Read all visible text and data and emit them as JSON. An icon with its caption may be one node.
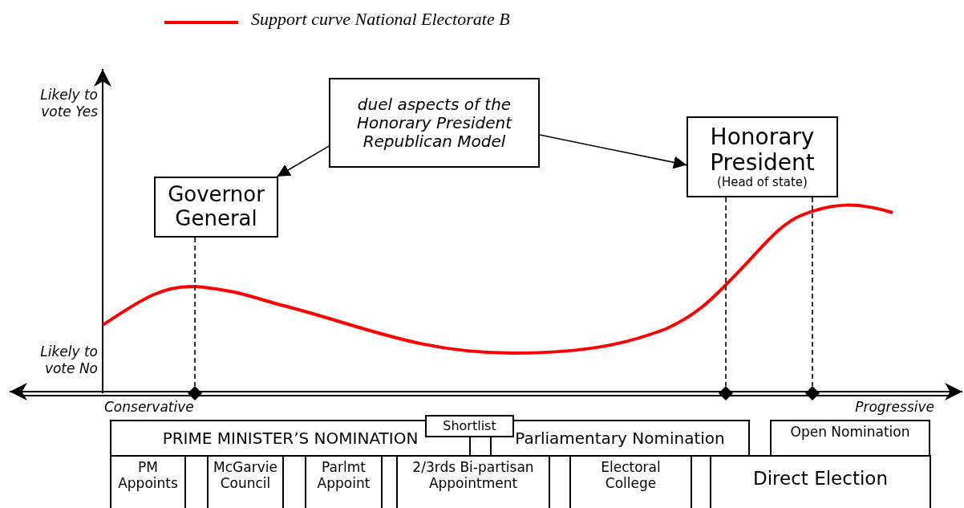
{
  "diagram": {
    "nodes": [
      {
        "text": [
          "duel aspects of the Honorary President Republican Model"
        ]
      },
      {
        "text": [
          "Governor General"
        ]
      },
      {
        "text": [
          "Honorary President",
          "(Head of state)"
        ]
      },
      {
        "text": [],
        "shape": "diamond"
      },
      {
        "text": [],
        "shape": "diamond"
      },
      {
        "text": [],
        "shape": "diamond"
      },
      {
        "text": [
          "PRIME MINISTER’S NOMINATION"
        ]
      },
      {
        "text": [
          "Shortlist"
        ]
      },
      {
        "text": [
          "Parliamentary Nomination"
        ]
      },
      {
        "text": [
          "Open Nomination"
        ]
      },
      {
        "text": [
          "PM Appoints"
        ]
      },
      {
        "text": [
          "McGarvie Council"
        ]
      },
      {
        "text": [
          "Parlmt Appoint"
        ]
      },
      {
        "text": [
          "2/3rds Bi-partisan Appointment"
        ]
      },
      {
        "text": [
          "Electoral College"
        ]
      },
      {
        "text": [
          "Direct Election"
        ]
      }
    ],
    "edges": [
      {
        "from": 0,
        "to": 1,
        "arrow": "to"
      },
      {
        "from": 0,
        "to": 2,
        "arrow": "to"
      },
      {
        "from": 1,
        "to": 3,
        "arrow": "none",
        "style": "dashed"
      },
      {
        "from": 2,
        "to": 4,
        "arrow": "none",
        "style": "dashed"
      },
      {
        "from": 2,
        "to": 5,
        "arrow": "none",
        "style": "dashed"
      }
    ],
    "labels": [
      "Likely to vote Yes",
      "Likely to vote No",
      "Conservative",
      "Progressive"
    ],
    "legend": [
      {
        "text": "Support curve National Electorate B"
      }
    ]
  }
}
